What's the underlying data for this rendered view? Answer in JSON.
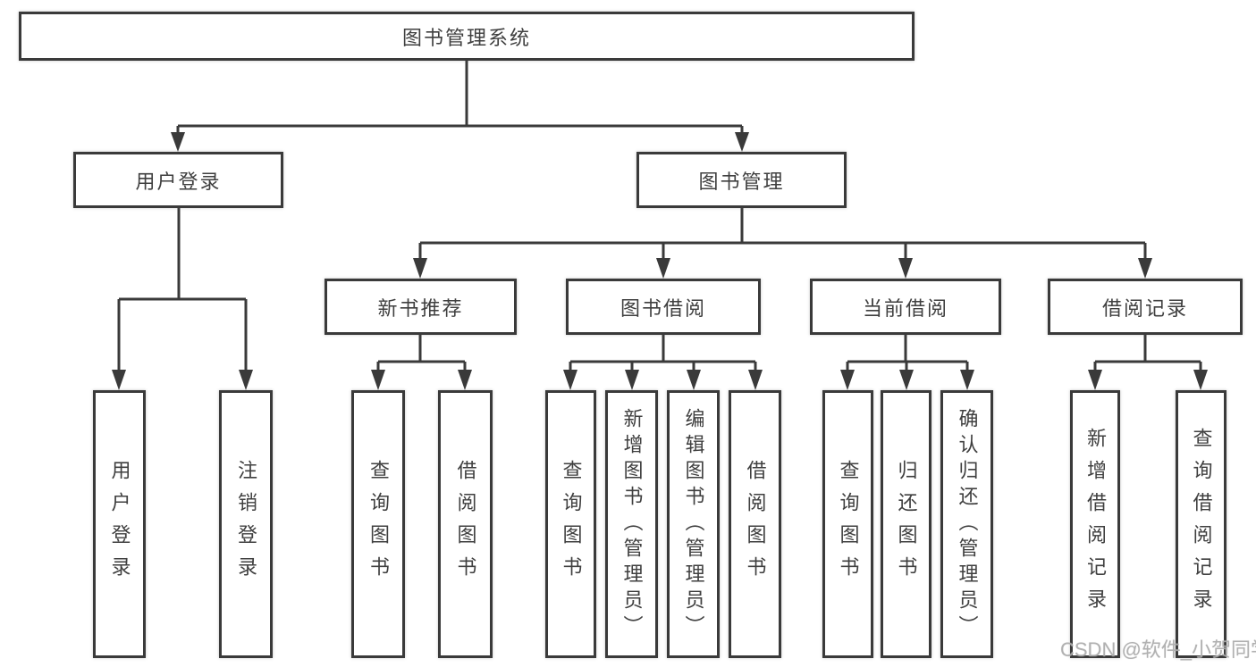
{
  "root": {
    "label": "图书管理系统"
  },
  "branches": {
    "user_login": {
      "label": "用户登录",
      "leaves": [
        "用户登录",
        "注销登录"
      ]
    },
    "book_management": {
      "label": "图书管理",
      "groups": [
        {
          "label": "新书推荐",
          "leaves": [
            "查询图书",
            "借阅图书"
          ]
        },
        {
          "label": "图书借阅",
          "leaves": [
            "查询图书",
            "新增图书（管理员）",
            "编辑图书（管理员）",
            "借阅图书"
          ]
        },
        {
          "label": "当前借阅",
          "leaves": [
            "查询图书",
            "归还图书",
            "确认归还（管理员）"
          ]
        },
        {
          "label": "借阅记录",
          "leaves": [
            "新增借阅记录",
            "查询借阅记录"
          ]
        }
      ]
    }
  },
  "watermark": {
    "text": "CSDN @软件_小贺同学"
  },
  "colors": {
    "line": "#3a3a3a",
    "text": "#3f3f3f",
    "watermark": "#ababab",
    "background": "#ffffff"
  }
}
